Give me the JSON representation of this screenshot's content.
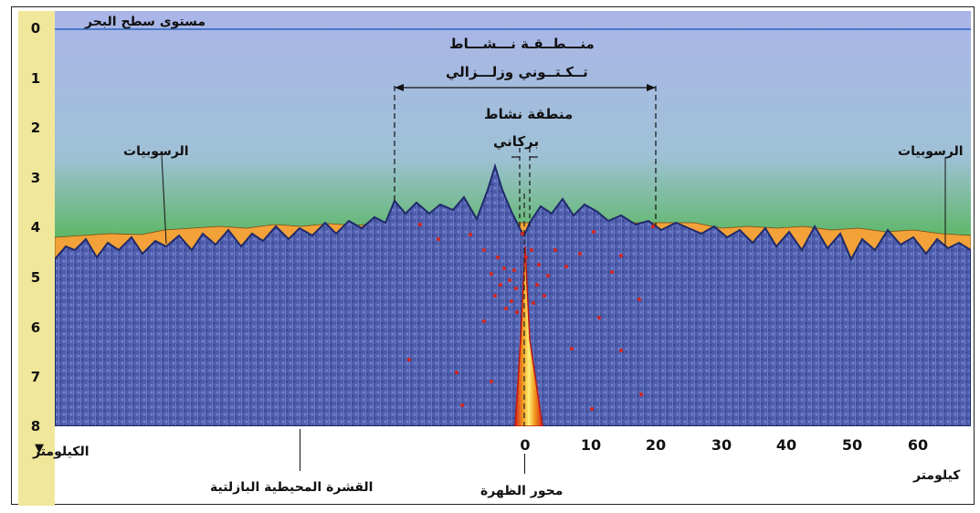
{
  "labels": {
    "sea_level": "مستوى سطح البحر",
    "tectonic_zone_line1": "منـــطــقـة نـــشـــاط",
    "tectonic_zone_line2": "تــكـتــوني وزلـــزالي",
    "volcanic_zone_line1": "منطقة نشاط",
    "volcanic_zone_line2": "بركاني",
    "sediments_left": "الرسوبيات",
    "sediments_right": "الرسوبيات",
    "depth_unit": "الكيلومتر",
    "distance_unit": "كيلومتر",
    "basaltic_crust": "القشرة المحيطية البازلتية",
    "ridge_axis": "محور الظهرة"
  },
  "depth_ticks": [
    "0",
    "1",
    "2",
    "3",
    "4",
    "5",
    "6",
    "7",
    "8"
  ],
  "distance_ticks": [
    "0",
    "10",
    "20",
    "30",
    "40",
    "50",
    "60"
  ],
  "colors": {
    "sea_top": "#a9b8e6",
    "sea_bottom": "#33a345",
    "sediment": "#f2a238",
    "crust": "#4f5fb0",
    "magma": "#e8c51a",
    "magma_edge": "#d8241c",
    "depth_bar": "#f0e79a"
  }
}
